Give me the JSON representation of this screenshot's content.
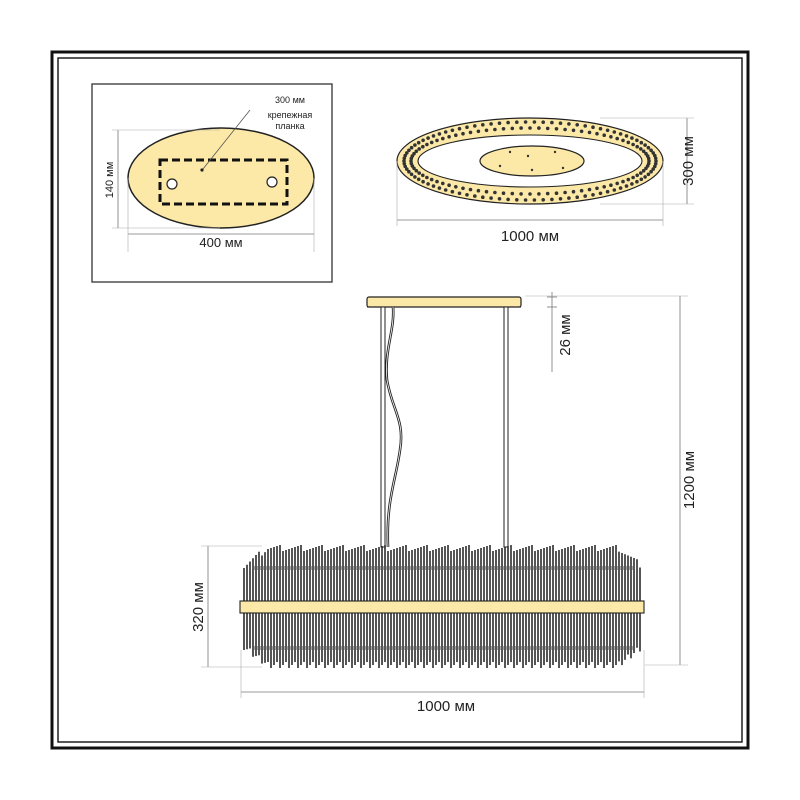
{
  "mount_view": {
    "plate_width": "400 мм",
    "plate_height": "140 мм",
    "bracket_width": "300 мм",
    "bracket_label_line1": "крепежная",
    "bracket_label_line2": "планка"
  },
  "top_view": {
    "width": "1000 мм",
    "depth": "300 мм"
  },
  "front_view": {
    "canopy_height": "26 мм",
    "total_height": "1200 мм",
    "shade_height": "320 мм",
    "width": "1000 мм"
  },
  "colors": {
    "frame": "#111111",
    "line": "#333333",
    "fringe": "#2b2b2b",
    "shade_fill": "#fce9a8"
  }
}
